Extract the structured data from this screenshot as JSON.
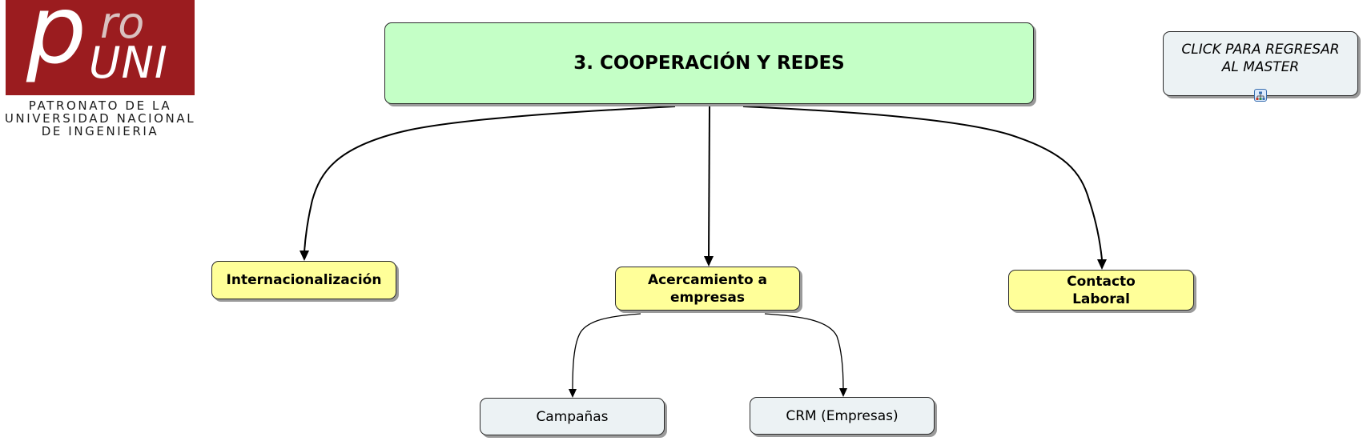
{
  "logo": {
    "mark_big": "p",
    "mark_small": "ro",
    "mark_uni": "UNI",
    "caption_lines": [
      "PATRONATO DE LA",
      "UNIVERSIDAD NACIONAL",
      "DE INGENIERIA"
    ]
  },
  "map": {
    "root": {
      "label": "3. COOPERACIÓN Y REDES",
      "color": "#c4ffc6"
    },
    "master_link": {
      "lines": [
        "CLICK PARA REGRESAR",
        "AL MASTER"
      ],
      "icon": "concept-map-link-icon",
      "color": "#ecf2f4"
    },
    "children": [
      {
        "id": "internacionalizacion",
        "lines": [
          "Internacionalización"
        ],
        "color": "#ffff99"
      },
      {
        "id": "acercamiento",
        "lines": [
          "Acercamiento a",
          "empresas"
        ],
        "color": "#ffff99",
        "children": [
          {
            "id": "campanas",
            "lines": [
              "Campañas"
            ],
            "color": "#ecf2f4"
          },
          {
            "id": "crm",
            "lines": [
              "CRM (Empresas)"
            ],
            "color": "#ecf2f4"
          }
        ]
      },
      {
        "id": "contacto",
        "lines": [
          "Contacto",
          "Laboral"
        ],
        "color": "#ffff99"
      }
    ]
  }
}
